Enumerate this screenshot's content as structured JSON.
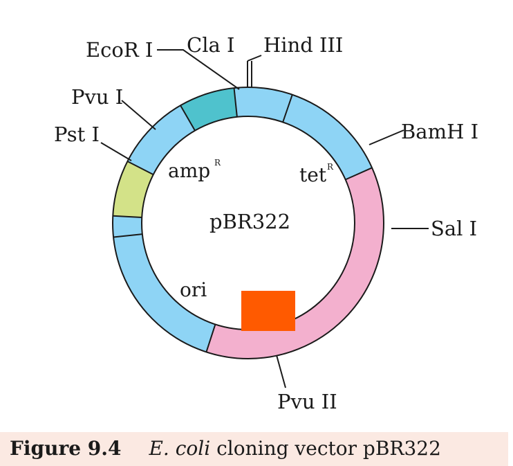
{
  "diagram": {
    "plasmid_name": "pBR322",
    "colors": {
      "ring_blue": "#8ed4f5",
      "ring_pink": "#f3b0ce",
      "ring_teal": "#4fc2cd",
      "ring_green": "#d3e288",
      "rop_square": "#ff5a00",
      "inner_fill": "#ffffff",
      "line": "#1a1a1a"
    },
    "genes": {
      "amp": "amp",
      "amp_sup": "R",
      "tet": "tet",
      "tet_sup": "R",
      "ori": "ori"
    },
    "sites": {
      "ecor1": "EcoR I",
      "cla1": "Cla I",
      "hind3": "Hind III",
      "pvu1": "Pvu I",
      "pst1": "Pst I",
      "bamh1": "BamH I",
      "sal1": "Sal I",
      "pvu2": "Pvu II"
    }
  },
  "caption": {
    "figure_number": "Figure 9.4",
    "organism": "E. coli",
    "text": " cloning vector pBR322"
  }
}
